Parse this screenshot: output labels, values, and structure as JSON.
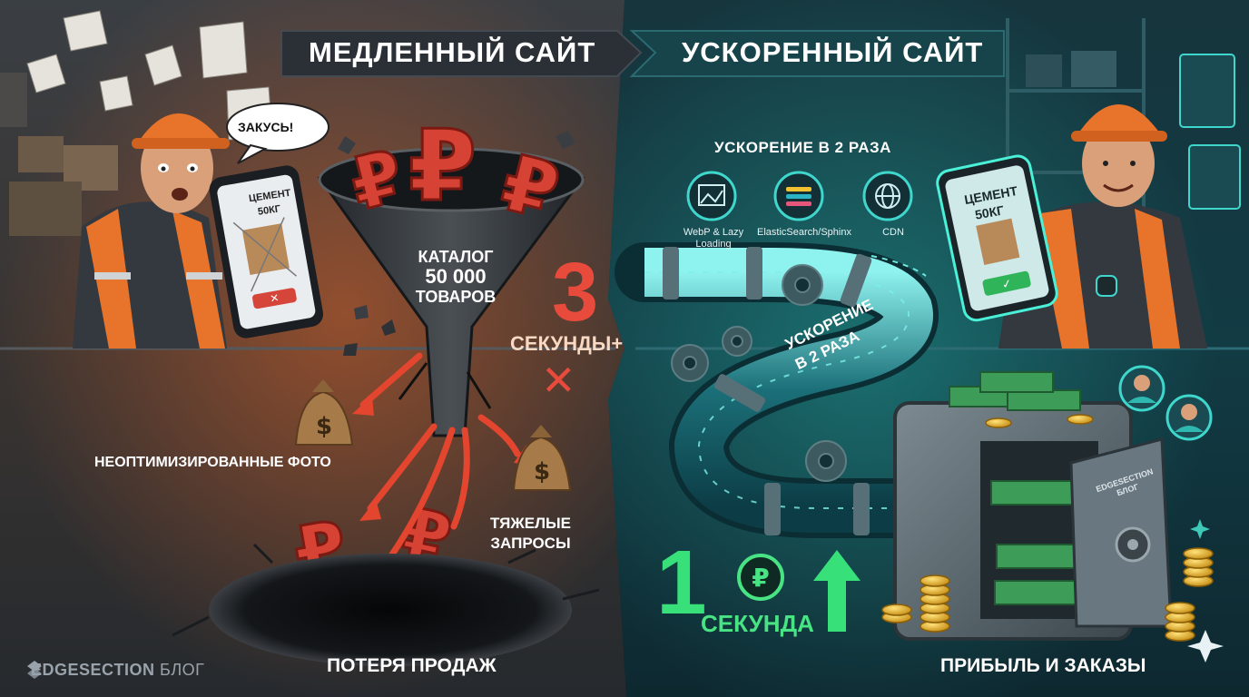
{
  "left_panel": {
    "title": "МЕДЛЕННЫЙ САЙТ",
    "speech_bubble": "ЗАКУСЬ!",
    "phone_text_line1": "ЦЕМЕНТ",
    "phone_text_line2": "50КГ",
    "funnel_label_line1": "КАТАЛОГ",
    "funnel_label_line2": "50 000",
    "funnel_label_line3": "ТОВАРОВ",
    "load_time_number": "3",
    "load_time_unit": "СЕКУНДЫ+",
    "fail_mark": "✕",
    "problem_photos": "НЕОПТИМИЗИРОВАННЫЕ ФОТО",
    "problem_queries_line1": "ТЯЖЕЛЫЕ",
    "problem_queries_line2": "ЗАПРОСЫ",
    "bottom_caption": "ПОТЕРЯ ПРОДАЖ",
    "currency_symbol": "₽",
    "bag_symbol": "$"
  },
  "right_panel": {
    "title": "УСКОРЕННЫЙ САЙТ",
    "boost_heading": "УСКОРЕНИЕ В 2 РАЗА",
    "technologies": [
      "WebP & Lazy Loading",
      "ElasticSearch/Sphinx",
      "CDN"
    ],
    "phone_text_line1": "ЦЕМЕНТ",
    "phone_text_line2": "50КГ",
    "pipe_label_line1": "УСКОРЕНИЕ",
    "pipe_label_line2": "В 2 РАЗА",
    "load_time_number": "1",
    "load_time_unit": "СЕКУНДА",
    "coin_symbol": "₽",
    "safe_label_line1": "EDGESECTION",
    "safe_label_line2": "БЛОГ",
    "bottom_caption": "ПРИБЫЛЬ И ЗАКАЗЫ"
  },
  "branding": {
    "logo_name": "EDGESECTION",
    "logo_suffix": "БЛОГ"
  },
  "colors": {
    "slow_accent": "#e84b3c",
    "fast_accent": "#38e07a",
    "hardhat": "#e8732a",
    "teal": "#2fb8b0"
  }
}
